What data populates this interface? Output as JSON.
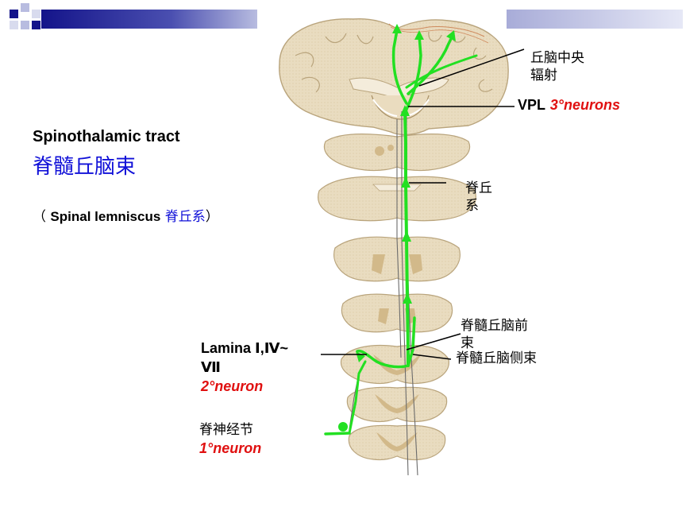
{
  "title": {
    "english": "Spinothalamic tract",
    "chinese": "脊髓丘脑束"
  },
  "subtitle": {
    "open_paren": "（",
    "english": "Spinal lemniscus",
    "chinese": "脊丘系",
    "close_paren": "）"
  },
  "labels": {
    "thalamic_radiation_line1": "丘脑中央",
    "thalamic_radiation_line2": "辐射",
    "vpl": "VPL",
    "vpl_neurons": "3°neurons",
    "spinal_lemniscus_line1": "脊丘",
    "spinal_lemniscus_line2": "系",
    "anterior_tract_line1": "脊髓丘脑前",
    "anterior_tract_line2": "束",
    "lateral_tract": "脊髓丘脑侧束",
    "lamina_line1": "Lamina Ⅰ,Ⅳ~",
    "lamina_line2": "Ⅶ",
    "second_neuron": "2°neuron",
    "ganglion": "脊神经节",
    "first_neuron": "1°neuron"
  },
  "colors": {
    "header_blue": "#14148a",
    "header_light": "#b8bce0",
    "tract_green": "#22e022",
    "tissue": "#e9dcc0",
    "neuron_red": "#e01010",
    "label_blue": "#1010d8"
  }
}
